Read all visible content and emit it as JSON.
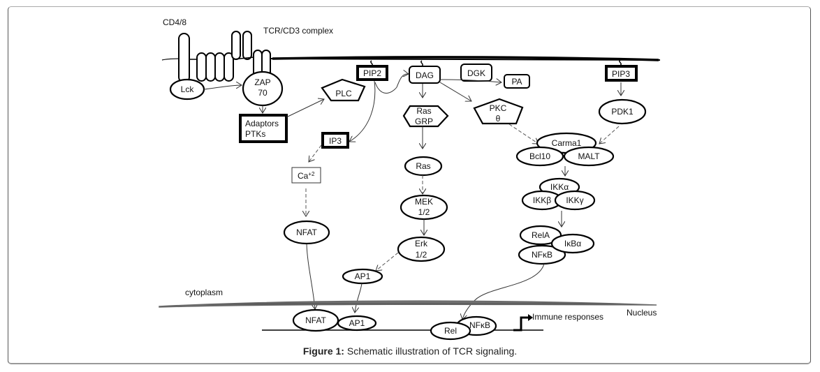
{
  "labels": {
    "cd48": "CD4/8",
    "tcr": "TCR/CD3 complex",
    "cytoplasm": "cytoplasm",
    "nucleus": "Nucleus",
    "immune": "Immune responses"
  },
  "nodes": {
    "lck": "Lck",
    "zap_1": "ZAP",
    "zap_2": "70",
    "adaptors_1": "Adaptors",
    "adaptors_2": "PTKs",
    "plc": "PLC",
    "pip2": "PIP2",
    "dag": "DAG",
    "dgk": "DGK",
    "pa": "PA",
    "ip3": "IP3",
    "ca": "Ca",
    "ca_sup": "+2",
    "nfat": "NFAT",
    "rasgrp_1": "Ras",
    "rasgrp_2": "GRP",
    "ras": "Ras",
    "mek_1": "MEK",
    "mek_2": "1/2",
    "erk_1": "Erk",
    "erk_2": "1/2",
    "ap1": "AP1",
    "pkc_1": "PKC",
    "pkc_2": "θ",
    "pip3": "PIP3",
    "pdk1": "PDK1",
    "carma1": "Carma1",
    "bcl10": "Bcl10",
    "malt": "MALT",
    "ikka": "IKKα",
    "ikkb": "IKKβ",
    "ikkg": "IKKγ",
    "rela": "RelA",
    "ikba": "IκBα",
    "nfkb": "NFκB",
    "nuc_nfat": "NFAT",
    "nuc_ap1": "AP1",
    "nuc_rel": "Rel",
    "nuc_nfkb": "NFκB"
  },
  "caption": {
    "prefix": "Figure 1:",
    "text": " Schematic illustration of TCR signaling."
  }
}
